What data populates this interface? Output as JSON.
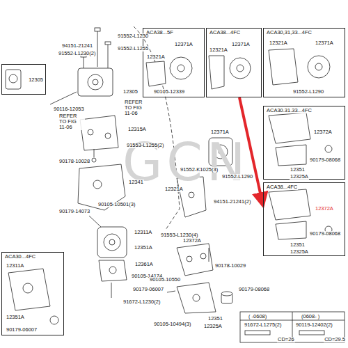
{
  "diagram": {
    "nodes": [
      {
        "text": [
          "12305"
        ]
      },
      {
        "text": [
          "ACA38...5F"
        ]
      },
      {
        "text": [
          "ACA38...4FC"
        ]
      },
      {
        "text": [
          "ACA30,31,33...4FC"
        ]
      },
      {
        "text": [
          "ACA30.31.33...4FC"
        ]
      },
      {
        "text": [
          "ACA38...4FC"
        ]
      },
      {
        "text": [
          "ACA30...4FC"
        ]
      }
    ],
    "edges": [
      {
        "from": 2,
        "to": 5,
        "arrow": "to"
      }
    ],
    "labels": [
      "91552-L1230",
      "94151-21241",
      "91552-L1255",
      "91552-L1230(2)",
      "12305",
      "90116-12053",
      "REFER TO FIG 11-06",
      "REFER TO FIG 11-06",
      "12315A",
      "91553-L1255(2)",
      "90178-10028",
      "12341",
      "12371A",
      "91552-K1025(3)",
      "91552-L1290",
      "12321A",
      "94151-21241(2)",
      "90179-14073",
      "90105-10501(3)",
      "91553-L1230(4)",
      "12372A",
      "12311A",
      "12351A",
      "12361A",
      "90105-14174",
      "90179-06007",
      "91672-L1230(2)",
      "90178-10029",
      "90105-10550",
      "90105-10494(3)",
      "90179-08068",
      "12351",
      "12325A",
      "12371A",
      "12321A",
      "90105-12339",
      "12371A",
      "12321A",
      "12321A",
      "12371A",
      "91552-L1290",
      "12372A",
      "90179-08068",
      "12351",
      "12325A",
      "12372A",
      "90179-08068",
      "12351",
      "12325A",
      "12311A",
      "12351A",
      "90179-06007",
      "(  -0608)",
      "(0608-  )",
      "91672-L1275(2)",
      "90119-12402(2)",
      "CD=26",
      "CD=29.5",
      "GCN"
    ]
  }
}
